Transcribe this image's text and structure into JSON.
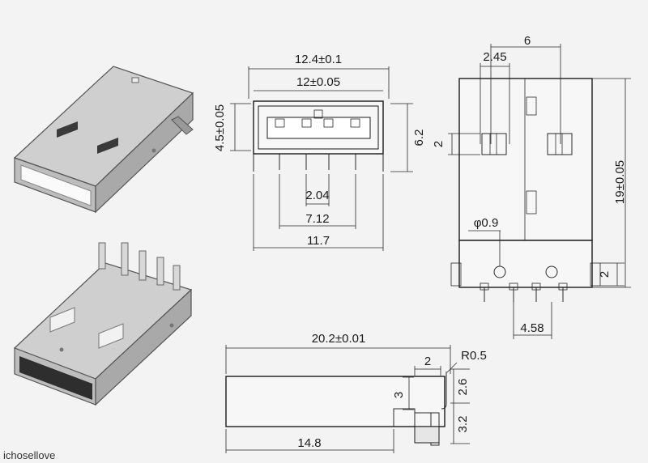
{
  "front_view": {
    "overall_width": "12.4±0.1",
    "inner_width": "12±0.05",
    "height": "4.5±0.05",
    "pin_height": "6.2",
    "pin_pitch_inner": "2.04",
    "pin_span": "7.12",
    "foot_span": "11.7"
  },
  "top_view": {
    "offset_a": "2.45",
    "offset_b": "6",
    "slot_height": "2",
    "length": "19±0.05",
    "hole_diameter": "φ0.9",
    "foot_height": "2",
    "pin_row": "4.58"
  },
  "side_view": {
    "length": "20.2±0.01",
    "tab_width": "2",
    "radius": "R0.5",
    "body_height": "3",
    "upper": "2.6",
    "lower": "3.2",
    "body_length": "14.8"
  },
  "watermark": "ichosellove"
}
